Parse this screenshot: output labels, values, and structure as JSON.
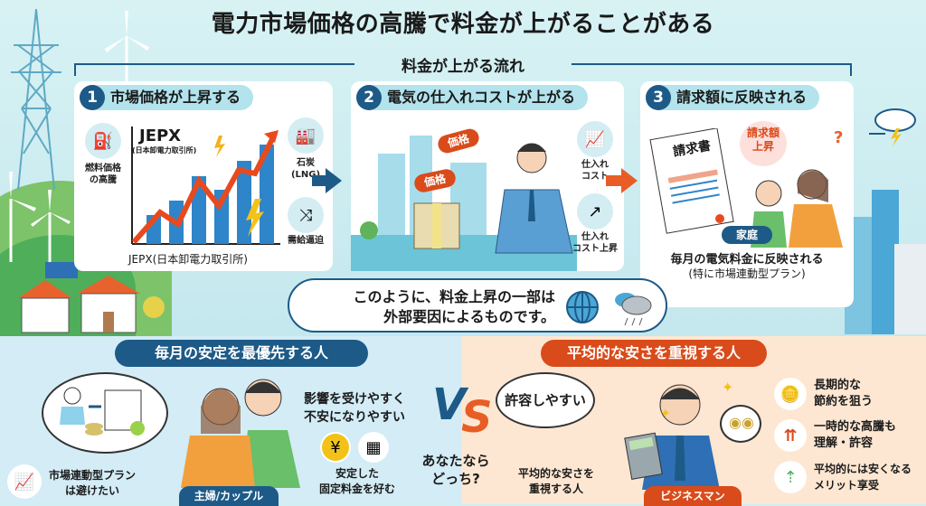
{
  "title": "電力市場価格の高騰で料金が上がることがある",
  "flow_label": "料金が上がる流れ",
  "steps": [
    {
      "number": "1",
      "heading": "市場価格が上昇する",
      "chart_title": "JEPX",
      "chart_subtitle": "(日本卸電力取引所)",
      "chart_caption": "JEPX(日本卸電力取引所)",
      "side_labels": [
        "燃料価格\nの高騰",
        "石炭\n(LNG)",
        "需給逼迫"
      ],
      "icons": [
        "fuel-can-icon",
        "lng-coal-icon",
        "supply-demand-icon"
      ],
      "bars": [
        30,
        48,
        72,
        58,
        85,
        100
      ]
    },
    {
      "number": "2",
      "heading": "電気の仕入れコストが上がる",
      "price_tag": "価格",
      "side_labels": [
        "仕入れ\nコスト",
        "仕入れ\nコスト上昇"
      ],
      "icons": [
        "cost-chart-icon",
        "cost-up-icon"
      ]
    },
    {
      "number": "3",
      "heading": "請求額に反映される",
      "invoice_title": "請求書",
      "speech": "請求額\n上昇",
      "household_tag": "家庭",
      "caption_line1": "毎月の電気料金に反映される",
      "caption_line2": "(特に市場連動型プラン)"
    }
  ],
  "bubble": {
    "line1": "このように、料金上昇の一部は",
    "line2": "外部要因によるものです。",
    "icons": [
      "globe-icon",
      "rain-cloud-icon"
    ]
  },
  "left_group": {
    "heading": "毎月の安定を最優先する人",
    "note_line1": "影響を受けやすく",
    "note_line2": "不安になりやすい",
    "plan_line1": "市場連動型プラン",
    "plan_line2": "は避けたい",
    "fixed_line1": "安定した",
    "fixed_line2": "固定料金を好む",
    "tag": "主婦/カップル",
    "accent": "#1d5a87"
  },
  "vs": {
    "v": "V",
    "s": "S",
    "question_line1": "あなたなら",
    "question_line2": "どっち?"
  },
  "right_group": {
    "heading": "平均的な安さを重視する人",
    "speech": "許容しやすい",
    "caption_line1": "平均的な安さを",
    "caption_line2": "重視する人",
    "tag": "ビジネスマン",
    "accent": "#d94b1a",
    "benefits": [
      {
        "line1": "長期的な",
        "line2": "節約を狙う",
        "icon": "coin-hand-icon"
      },
      {
        "line1": "一時的な高騰も",
        "line2": "理解・許容",
        "icon": "up-arrows-icon"
      },
      {
        "line1": "平均的には安くなる",
        "line2": "メリット享受",
        "icon": "savings-hand-icon"
      }
    ]
  }
}
